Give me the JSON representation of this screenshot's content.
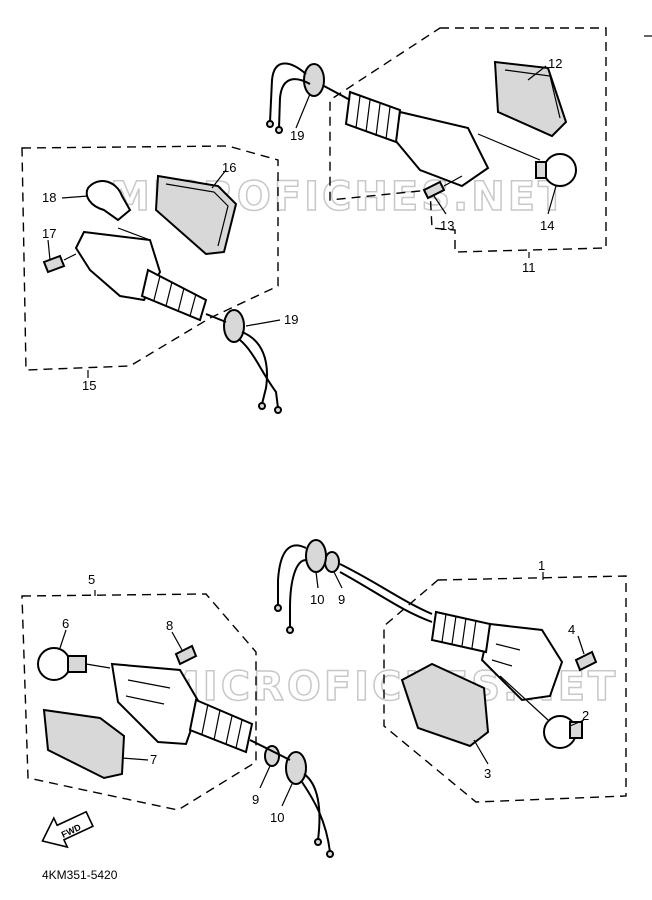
{
  "watermark": "MICROFICHES.NET",
  "fwd_label": "FWD",
  "diagram_code": "4KM351-5420",
  "callouts": {
    "c1": "1",
    "c2": "2",
    "c3": "3",
    "c4": "4",
    "c5": "5",
    "c6": "6",
    "c7": "7",
    "c8": "8",
    "c9a": "9",
    "c9b": "9",
    "c10a": "10",
    "c10b": "10",
    "c11": "11",
    "c12": "12",
    "c13": "13",
    "c14": "14",
    "c15": "15",
    "c16": "16",
    "c17": "17",
    "c18": "18",
    "c19a": "19",
    "c19b": "19"
  }
}
